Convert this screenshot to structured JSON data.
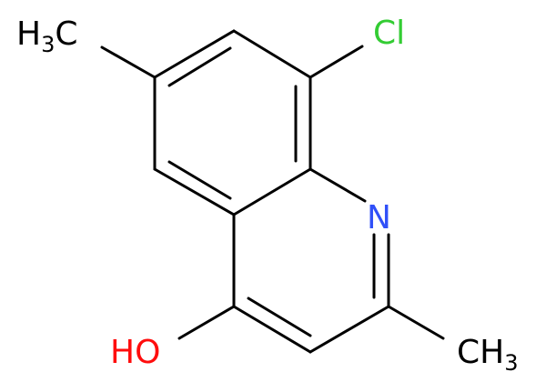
{
  "molecule": {
    "atoms": {
      "cl": {
        "text": "Cl",
        "color": "#33cc33"
      },
      "n": {
        "text": "N",
        "color": "#3050f8"
      },
      "oh": {
        "text": "HO",
        "color": "#ff0d0d"
      },
      "ch3_top": {
        "main": "H",
        "sub": "3",
        "tail": "C"
      },
      "ch3_right": {
        "main": "CH",
        "sub": "3"
      }
    },
    "bond_color": "#000000"
  }
}
